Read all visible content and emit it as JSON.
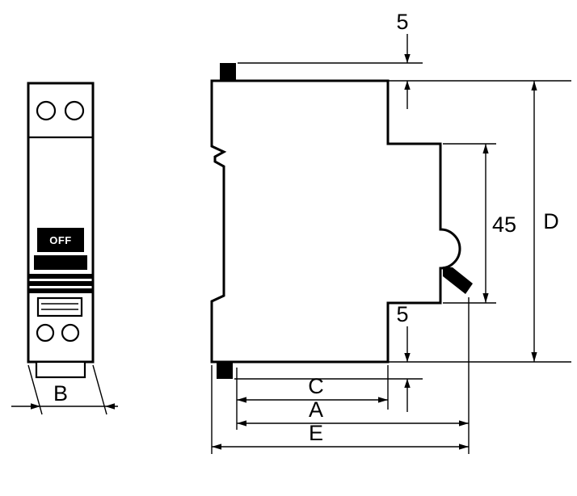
{
  "front_view": {
    "switch_label": "OFF"
  },
  "dimensions": {
    "width_b": "B",
    "clip_top_5": "5",
    "clip_bottom_5": "5",
    "front_height_45": "45",
    "overall_height_d": "D",
    "depth_c": "C",
    "depth_a": "A",
    "depth_e": "E"
  },
  "colors": {
    "line": "#000000",
    "background": "#ffffff",
    "switch_label_bg": "#000000",
    "switch_label_text": "#ffffff"
  }
}
